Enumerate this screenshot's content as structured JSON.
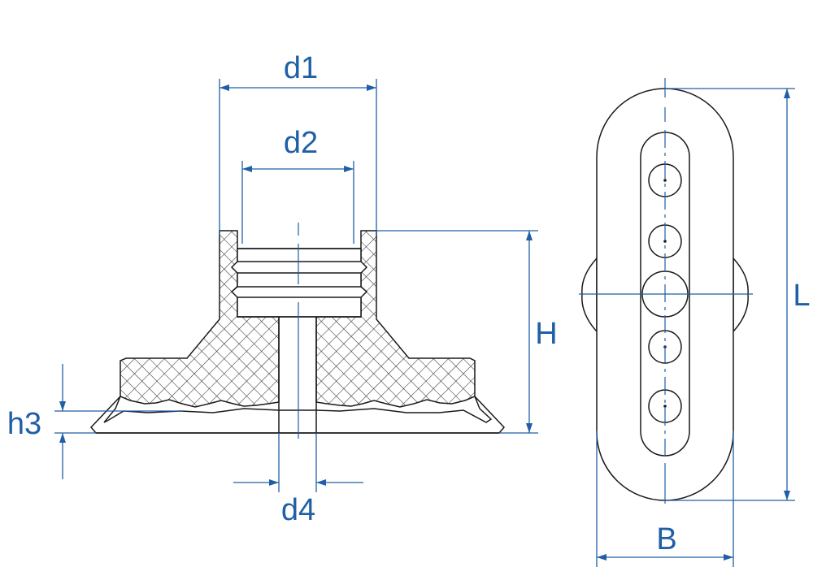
{
  "colors": {
    "outline": "#1a1a1a",
    "dimension": "#1f5fa6",
    "hatch": "#333333",
    "background": "#ffffff"
  },
  "labels": {
    "d1": "d1",
    "d2": "d2",
    "d4": "d4",
    "H": "H",
    "h3": "h3",
    "L": "L",
    "B": "B"
  }
}
